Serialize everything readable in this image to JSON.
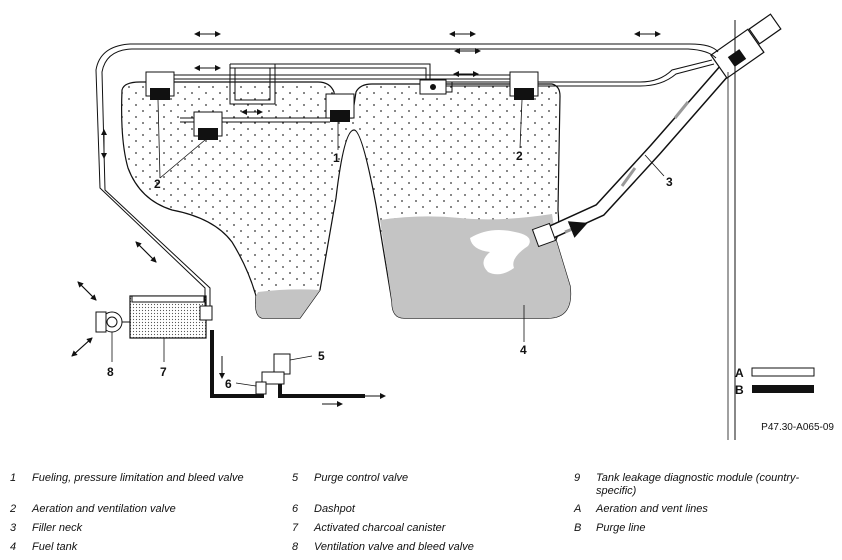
{
  "callouts": {
    "c1": "1",
    "c2a": "2",
    "c2b": "2",
    "c3": "3",
    "c4": "4",
    "c5": "5",
    "c6": "6",
    "c7": "7",
    "c8": "8"
  },
  "line_key": {
    "a": "A",
    "b": "B"
  },
  "figure_code": "P47.30-A065-09",
  "legend": {
    "col1": [
      {
        "num": "1",
        "text": "Fueling, pressure limitation and bleed valve"
      },
      {
        "num": "2",
        "text": "Aeration and ventilation valve"
      },
      {
        "num": "3",
        "text": "Filler neck"
      },
      {
        "num": "4",
        "text": "Fuel tank"
      }
    ],
    "col2": [
      {
        "num": "5",
        "text": "Purge control valve"
      },
      {
        "num": "6",
        "text": "Dashpot"
      },
      {
        "num": "7",
        "text": "Activated charcoal canister"
      },
      {
        "num": "8",
        "text": "Ventilation valve and bleed valve"
      }
    ],
    "col3": [
      {
        "num": "9",
        "text": "Tank leakage diagnostic module (country-specific)"
      },
      {
        "num": "A",
        "text": "Aeration and vent lines"
      },
      {
        "num": "B",
        "text": "Purge line"
      }
    ]
  },
  "colors": {
    "fuel": "#c4c4c4",
    "line": "#111111",
    "stipple": "#333333"
  }
}
